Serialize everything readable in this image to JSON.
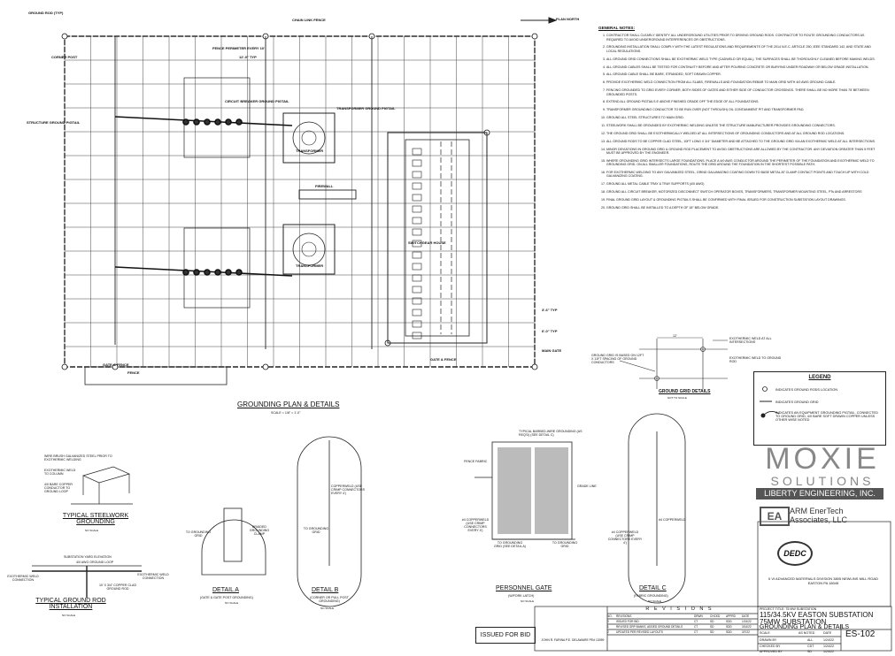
{
  "plan": {
    "title": "GROUNDING PLAN & DETAILS",
    "scale": "SCALE = 1/8\" = 1'-0\"",
    "north": "PLAN NORTH",
    "labels": {
      "ground_rod_typ": "GROUND ROD (TYP)",
      "chain_link_fence": "CHAIN LINK FENCE",
      "spacing_top": "12'-0\" TYP",
      "spacing_right": "6'-0\" TYP",
      "spacing_right2": "3'-6\" TYP",
      "fence": "FENCE",
      "gate_fence": "GATE & FENCE",
      "main_gate": "MAIN GATE",
      "control_house": "SWITCHGEAR HOUSE",
      "transformer": "TRANSFORMER",
      "transformer_pigtail": "TRANSFORMER GROUND PIGTAIL",
      "structure_pigtail": "STRUCTURE GROUND PIGTAIL",
      "circuit_breaker": "CIRCUIT BREAKER GROUND PIGTAIL",
      "firewall": "FIREWALL",
      "corner_post": "CORNER POST",
      "fence_perimeter": "FENCE PERIMETER EVERY 10'"
    }
  },
  "notes": {
    "header": "GENERAL NOTES:",
    "items": [
      "CONTRACTOR SHALL CLEARLY IDENTIFY ALL UNDERGROUND UTILITIES PRIOR TO DRIVING GROUND RODS. CONTRACTOR TO ROUTE GROUNDING CONDUCTORS AS REQUIRED TO AVOID UNDERGROUND INTERFERENCES OR OBSTRUCTIONS.",
      "GROUNDING INSTALLATION SHALL COMPLY WITH THE LATEST REGULATIONS AND REQUIREMENTS OF THE 2014 N.E.C. ARTICLE 250, IEEE STANDARD 142, AND STATE AND LOCAL REGULATIONS.",
      "ALL GROUND GRID CONNECTIONS SHALL BE EXOTHERMIC WELD TYPE (CADWELD OR EQUAL). THE SURFACES SHALL BE THOROUGHLY CLEANED BEFORE MAKING WELDS.",
      "ALL GROUND CABLES SHALL BE TESTED FOR CONTINUITY BEFORE AND AFTER POURING CONCRETE OR BURYING UNDER ROADWAY OR BELOW GRADE INSTALLATION.",
      "ALL GROUND CABLE SHALL BE BARE, STRANDED, SOFT DRAWN COPPER.",
      "PROVIDE EXOTHERMIC WELD CONNECTION FROM ALL SLABS, FIREWALLS AND FOUNDATION REBAR TO MAIN GRID WITH 4/0 AWG GROUND CABLE.",
      "FENCING GROUNDED TO GRID EVERY CORNER, BOTH SIDES OF GATES AND EITHER SIDE OF CONDUCTOR CROSSINGS. THERE SHALL BE NO MORE THAN 75' BETWEEN GROUNDED POSTS.",
      "EXTEND ALL GROUND PIGTAILS 6' ABOVE FINISHED GRADE OFF THE EDGE OF ALL FOUNDATIONS.",
      "TRANSFORMER GROUNDING CONDUCTOR TO BE RUN OVER (NOT THROUGH) OIL CONTAINMENT PIT AND TRANSFORMER PAD.",
      "GROUND ALL STEEL STRUCTURES TO MAIN GRID.",
      "STEELWORK SHALL BE GROUNDED BY EXOTHERMIC WELDING UNLESS THE STRUCTURE MANUFACTURER PROVIDES GROUNDING CONNECTORS.",
      "THE GROUND GRID SHALL BE EXOTHERMICALLY WELDED AT ALL INTERSECTIONS OF GROUNDING CONDUCTORS AND AT ALL GROUND ROD LOCATIONS.",
      "ALL GROUND RODS TO BE COPPER CLAD STEEL, 10FT LONG X 3/4\" DIAMETER AND BE ATTACHED TO THE GROUND GRID VIA AN EXOTHERMIC WELD AT ALL INTERSECTIONS.",
      "MINOR DEVIATIONS IN GROUND GRID & GROUND ROD PLACEMENT TO AVOID OBSTRUCTIONS ARE ALLOWED BY THE CONTRACTOR. ANY DEVIATION GREATER THAN 5 FEET MUST BE APPROVED BY THE ENGINEER.",
      "WHERE GROUNDING GRID INTERSECTS LARGE FOUNDATIONS, PLACE A 4/0 AWG CONDUCTOR AROUND THE PERIMETER OF THE FOUNDATION AND EXOTHERMIC WELD TO GROUNDING GRID. ON ALL SMALLER FOUNDATIONS, ROUTE THE GRID AROUND THE FOUNDATION IN THE SHORTEST POSSIBLE PATH.",
      "FOR EXOTHERMIC WELDING TO ANY GALVANIZED STEEL, GRIND GALVANIZING COATING DOWN TO BASE METAL AT CLAMP CONTACT POINTS AND TOUCH UP WITH COLD GALVANIZING COATING.",
      "GROUND ALL METAL CABLE TRAY & TRAY SUPPORTS (4/0 AWG)",
      "GROUND ALL CIRCUIT BREAKER, MOTORIZED DISCONNECT SWITCH OPERATOR BOXES, TRANSFORMERS, TRANSFORMER MOUNTING STEEL, PTs AND ARRESTORS",
      "FINAL GROUND GRID LAYOUT & GROUNDING PIGTAILS SHALL BE CONFIRMED WITH FINAL ISSUED FOR CONSTRUCTION SUBSTATION LAYOUT DRAWINGS.",
      "GROUND GRID SHALL BE INSTALLED TO A DEPTH OF 18\" BELOW GRADE."
    ]
  },
  "grid_detail": {
    "title": "GROUND GRID DETAILS",
    "scale": "NOT TO SCALE",
    "left_note": "GROUND GRID IS BASED ON 12FT X 11FT SPACING OF GROUND CONDUCTORS",
    "dim": "12'",
    "weld_all": "EXOTHERMIC WELD AT ALL INTERSECTIONS",
    "weld_rod": "EXOTHERMIC WELD TO GROUND ROD"
  },
  "legend": {
    "title": "LEGEND",
    "rod": "INDICATES GROUND RODS LOCATION",
    "grid": "INDICATES GROUND GRID",
    "pigtail": "INDICATES AN EQUIPMENT GROUNDING PIGTAIL, CONNECTED TO GROUND GRID, 4/0 BARE SOFT DRAWN COPPER UNLESS OTHER WISE NOTED"
  },
  "details": {
    "steelwork": {
      "title": "TYPICAL STEELWORK GROUNDING",
      "scale": "NO SCALE",
      "n1": "WIRE BRUSH GALVANIZED STEEL PRIOR TO EXOTHERMIC WELDING",
      "n2": "EXOTHERMIC WELD TO COLUMN",
      "n3": "4/0 BARE COPPER CONDUCTOR TO GROUND LOOP"
    },
    "rod": {
      "title": "TYPICAL GROUND ROD INSTALLATION",
      "scale": "NO SCALE",
      "n1": "SUBSTATION YARD ELEVATION",
      "n2": "4/0 AWG GROUND LOOP",
      "n3": "EXOTHERMIC WELD CONNECTION",
      "n4": "EXOTHERMIC WELD CONNECTION",
      "n5": "10' X 3/4\" COPPER CLAD GROUND ROD"
    },
    "a": {
      "title": "DETAIL A",
      "sub": "(GATE & GATE POST GROUNDING)",
      "scale": "NO SCALE",
      "n1": "TO GROUNDING GRID",
      "n2": "BRAIDED GROUNDING CLAMP"
    },
    "b": {
      "title": "DETAIL B",
      "sub": "(CORNER OR PULL POST GROUNDING)",
      "scale": "NO SCALE",
      "n1": "COPPERWELD (USE CRIMP CONNECTORS EVERY 4')",
      "n2": "TO GROUNDING GRID"
    },
    "gate": {
      "title": "PERSONNEL GATE",
      "sub": "(W/FORK LATCH)",
      "scale": "NO SCALE",
      "n1": "TYPICAL BARBED-WIRE GROUNDING (AS REQ'D) (SEE DETAIL C)",
      "n2": "FENCE FABRIC",
      "n3": "GRADE LINE",
      "n4": "#4 COPPERWELD (USE CRIMP CONNECTORS EVERY 4')",
      "n5": "TO GROUNDING GRID (SEE DETAIL A)",
      "n6": "TO GROUNDING GRID"
    },
    "c": {
      "title": "DETAIL C",
      "sub": "(FABRIC GROUNDING)",
      "scale": "NO SCALE",
      "n1": "#4 COPPERWELD",
      "n2": "#4 COPPERWELD (USE CRIMP CONNECTORS EVERY 4')"
    }
  },
  "revisions": {
    "title": "R E V I S I O N S",
    "headers": [
      "NO.",
      "REVISIONS",
      "DRWN",
      "CHCKD",
      "APPRD",
      "DATE"
    ],
    "rows": [
      [
        "0",
        "ISSUED FOR BID",
        "CT",
        "SD",
        "SDD",
        "1/24/22"
      ],
      [
        "1",
        "REVISED GRP BANKS, ADDED GROUND DETAILS",
        "CT",
        "SD",
        "SDD",
        "3/14/22"
      ],
      [
        "2",
        "UPDATED PER REVISED LAYOUTS",
        "CT",
        "SD",
        "SDD",
        "3/7/22"
      ]
    ],
    "issued": "ISSUED FOR BID",
    "engineer": "JOHN R. FARINA P.E. DELAWARE PE# 13059"
  },
  "brands": {
    "moxie": "MOXIE",
    "solutions": "SOLUTIONS",
    "liberty": "LIBERTY ENGINEERING, INC.",
    "arm1": "ARM EnerTech",
    "arm2": "Associates, LLC",
    "dedc": "DEDC",
    "owner": "II VI ADVANCED MATERIALS DIVISION 3805 NEWLINS MILL ROAD EASTON PA 18045"
  },
  "titleblock": {
    "proj_title": "PROJECT TITLE: 75 MW SUBSTATION",
    "line1": "115/34.5KV EASTON SUBSTATION",
    "line2": "75MW SUBSTATION",
    "line3": "GROUNDING PLAN & DETAILS",
    "scale_lbl": "SCALE",
    "scale_val": "AS NOTED",
    "date_lbl": "DATE",
    "drawn_lbl": "DRAWN BY",
    "drawn_by": "ALL",
    "drawn_date": "1/24/22",
    "checked_lbl": "CHECKED BY",
    "checked_by": "CDT",
    "checked_date": "1/24/22",
    "approved_lbl": "APPROVED BY",
    "approved_by": "SD",
    "approved_date": "1/24/22",
    "sheet": "ES-102"
  }
}
